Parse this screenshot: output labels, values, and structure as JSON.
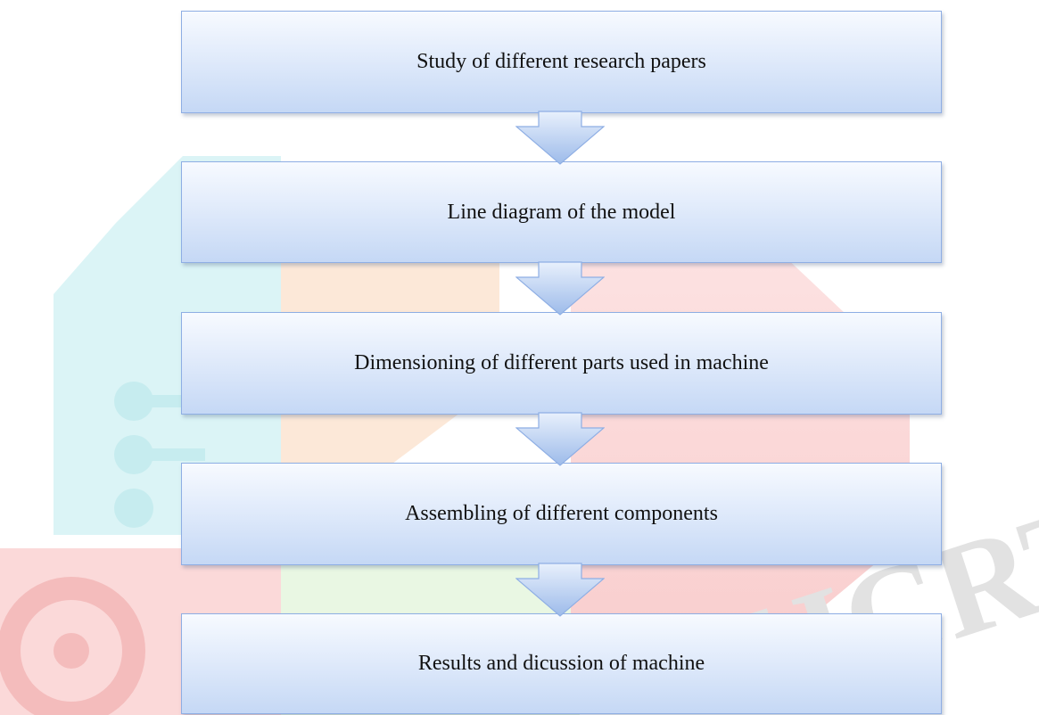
{
  "steps": [
    {
      "label": "Study of different research papers"
    },
    {
      "label": "Line diagram of the model"
    },
    {
      "label": "Dimensioning of different parts used in machine"
    },
    {
      "label": "Assembling of different components"
    },
    {
      "label": "Results and dicussion of machine"
    }
  ],
  "watermark": {
    "text": "IJCRT",
    "colors": {
      "cyan": "#d9f4f6",
      "peach": "#fbe6d4",
      "pink": "#fbdada",
      "green": "#e6f5df",
      "text": "#dddddd"
    }
  },
  "colors": {
    "box_border": "#8eaee4",
    "arrow_fill_top": "#e8f0fc",
    "arrow_fill_bottom": "#9dbbea"
  }
}
